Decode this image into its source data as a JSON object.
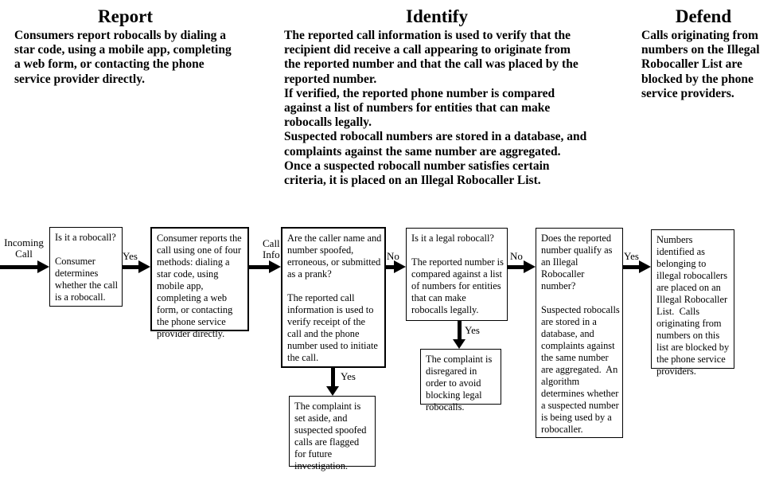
{
  "phases": [
    {
      "title": "Report",
      "body": "Consumers report robocalls by dialing a star code, using a mobile app, completing a web form, or contacting the phone service provider directly."
    },
    {
      "title": "Identify",
      "body": "The reported call information is used to verify that the recipient did receive a call appearing to originate from the reported number and that the call was placed by the reported number.\nIf verified, the reported phone number is compared against a list of numbers for entities that can make robocalls legally.\nSuspected robocall numbers are stored in a database, and complaints against the same number are aggregated.\nOnce a suspected robocall number satisfies certain criteria, it is placed on an Illegal Robocaller List."
    },
    {
      "title": "Defend",
      "body": "Calls originating from numbers on the Illegal Robocaller List are blocked by the phone service providers."
    }
  ],
  "flow": {
    "entry_label": "Incoming\nCall",
    "boxes": {
      "is_robocall": "Is it a robocall?\n\nConsumer determines whether the call is a robocall.",
      "consumer_reports": "Consumer reports the call using one of four methods: dialing a star code, using mobile app, completing a web form, or contacting the phone service provider directly.",
      "spoof_check": "Are the caller name and number spoofed, erroneous, or submitted as a prank?\n\nThe reported call information is used to verify receipt of the call and the phone number used to initiate the call.",
      "set_aside": "The complaint is set aside, and suspected spoofed calls are flagged for future investigation.",
      "legal_check": "Is it a legal robocall?\n\nThe reported number is compared against a list of numbers for entities that can make robocalls legally.",
      "disregard": "The complaint is disregared in order to avoid blocking legal robocalls.",
      "qualify_check": "Does the reported number qualify as an Illegal Robocaller number?\n\nSuspected robocalls are stored in a database, and complaints against the same number are aggregated.  An algorithm determines whether a suspected number is being used by a robocaller.",
      "blocked": "Numbers identified as belonging to illegal robocallers are placed on an Illegal Robocaller List.  Calls originating from numbers on this list are blocked by the phone service providers."
    },
    "edge_labels": {
      "yes1": "Yes",
      "call_info": "Call\nInfo",
      "no1": "No",
      "yes_down1": "Yes",
      "no2": "No",
      "yes_down2": "Yes",
      "yes2": "Yes"
    }
  },
  "colors": {
    "foreground": "#000000",
    "background": "#ffffff"
  }
}
